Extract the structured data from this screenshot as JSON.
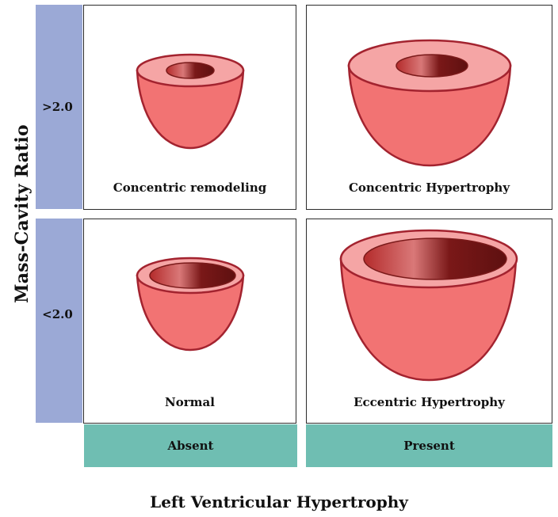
{
  "y_axis_title": "Mass-Cavity Ratio",
  "x_axis_title": "Left Ventricular Hypertrophy",
  "rows": [
    {
      "label": ">2.0"
    },
    {
      "label": "<2.0"
    }
  ],
  "columns": [
    {
      "label": "Absent"
    },
    {
      "label": "Present"
    }
  ],
  "panels": {
    "concentric_remodeling": {
      "label": "Concentric remodeling"
    },
    "concentric_hypertrophy": {
      "label": "Concentric Hypertrophy"
    },
    "normal": {
      "label": "Normal"
    },
    "eccentric_hypertrophy": {
      "label": "Eccentric Hypertrophy"
    }
  },
  "colors": {
    "row_band": "#9ba9d6",
    "column_band": "#6fbeb2",
    "heart_wall": "#f27373",
    "heart_rim": "#f5a5a5",
    "heart_outline": "#a3232f",
    "cavity_dark": "#5e1010"
  }
}
